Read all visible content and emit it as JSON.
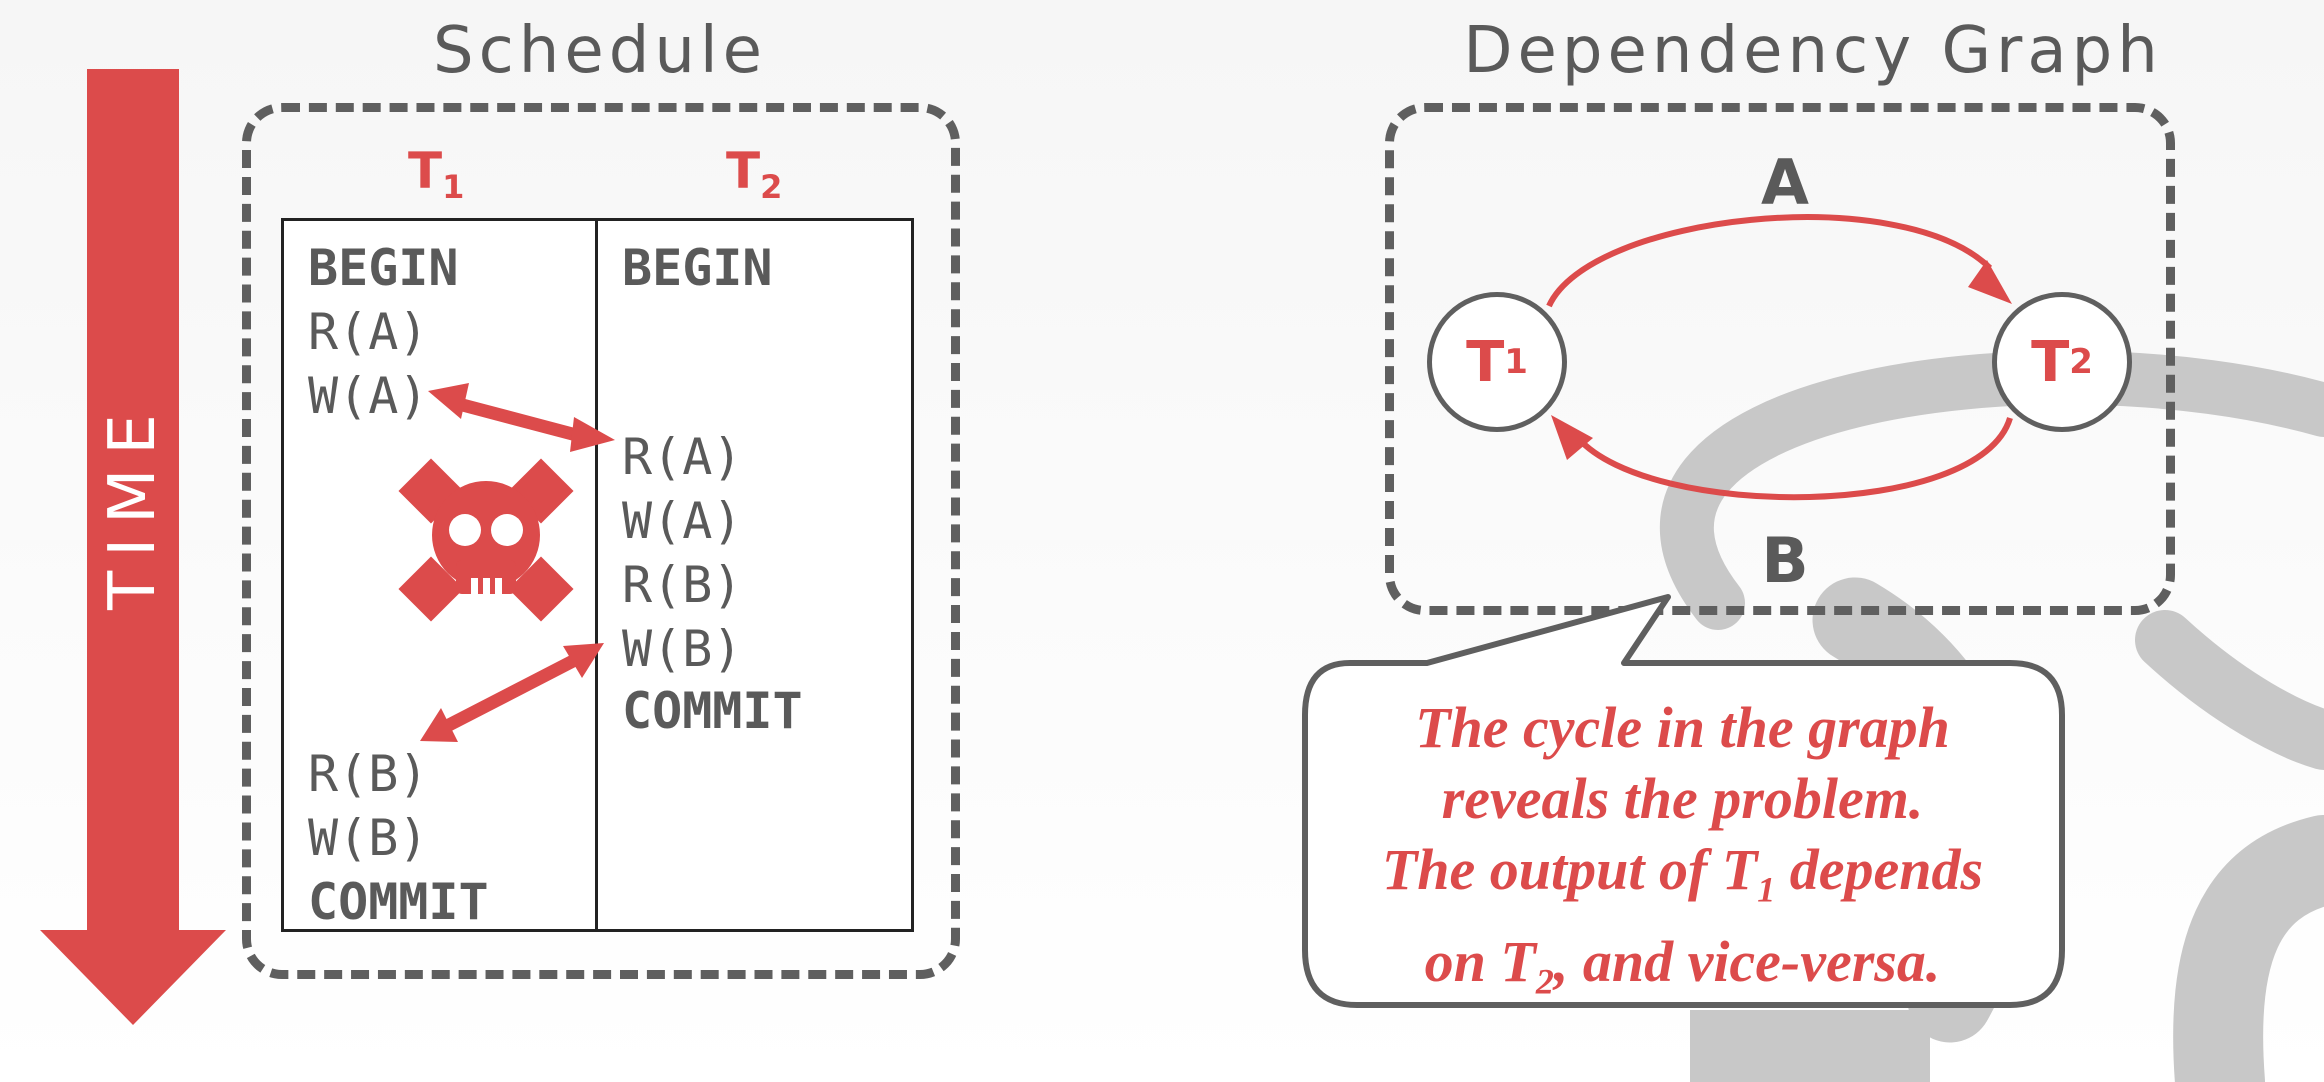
{
  "time_label": "TIME",
  "schedule": {
    "title": "Schedule",
    "t1_header": "T",
    "t2_header": "T",
    "t1_header_sub": "1",
    "t2_header_sub": "2",
    "t1_ops": [
      "BEGIN",
      "R(A)",
      "W(A)",
      "R(B)",
      "W(B)",
      "COMMIT"
    ],
    "t2_ops": [
      "BEGIN",
      "R(A)",
      "W(A)",
      "R(B)",
      "W(B)",
      "COMMIT"
    ]
  },
  "graph": {
    "title": "Dependency Graph",
    "node_t1": "T",
    "node_t1_sub": "1",
    "node_t2": "T",
    "node_t2_sub": "2",
    "edge_a_label": "A",
    "edge_b_label": "B"
  },
  "callout": {
    "line1": "The cycle in the graph",
    "line2": "reveals the problem.",
    "line3_pre": "The output of T",
    "line3_sub": "1",
    "line3_post": " depends",
    "line4_pre": "on T",
    "line4_sub": "2",
    "line4_post": ", and vice-versa."
  },
  "colors": {
    "accent": "#dc4b4b",
    "text": "#5a5a5a",
    "frame": "#5f5f5f",
    "logo": "#c8c8c8"
  },
  "icons": {
    "conflict_icon": "skull-crossbones-icon"
  }
}
